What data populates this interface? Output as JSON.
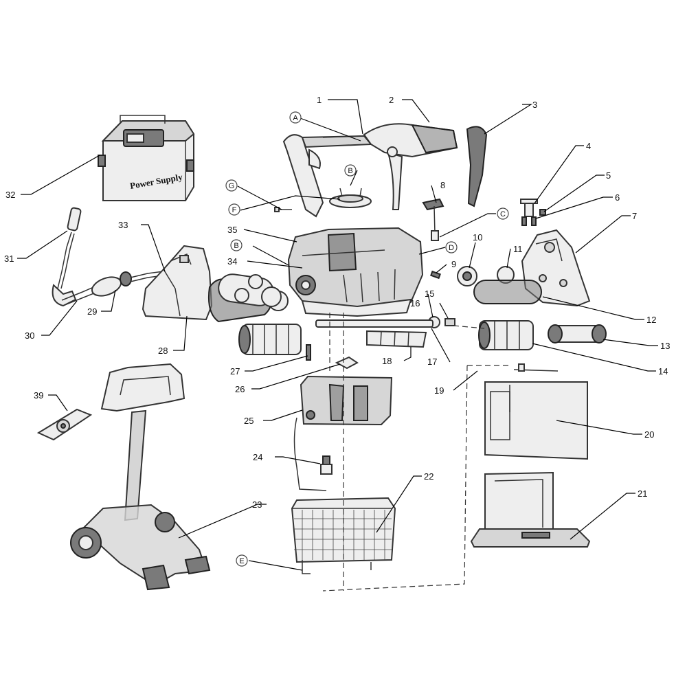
{
  "diagram": {
    "part_numbers": [
      "1",
      "2",
      "3",
      "4",
      "5",
      "6",
      "7",
      "8",
      "9",
      "10",
      "11",
      "12",
      "13",
      "14",
      "15",
      "16",
      "17",
      "18",
      "19",
      "20",
      "21",
      "22",
      "23",
      "24",
      "25",
      "26",
      "27",
      "28",
      "29",
      "30",
      "31",
      "32",
      "33",
      "34",
      "35",
      "39"
    ],
    "reference_letters": [
      "A",
      "B",
      "B",
      "C",
      "D",
      "E",
      "F",
      "G"
    ],
    "power_supply_label": "Power Supply"
  }
}
